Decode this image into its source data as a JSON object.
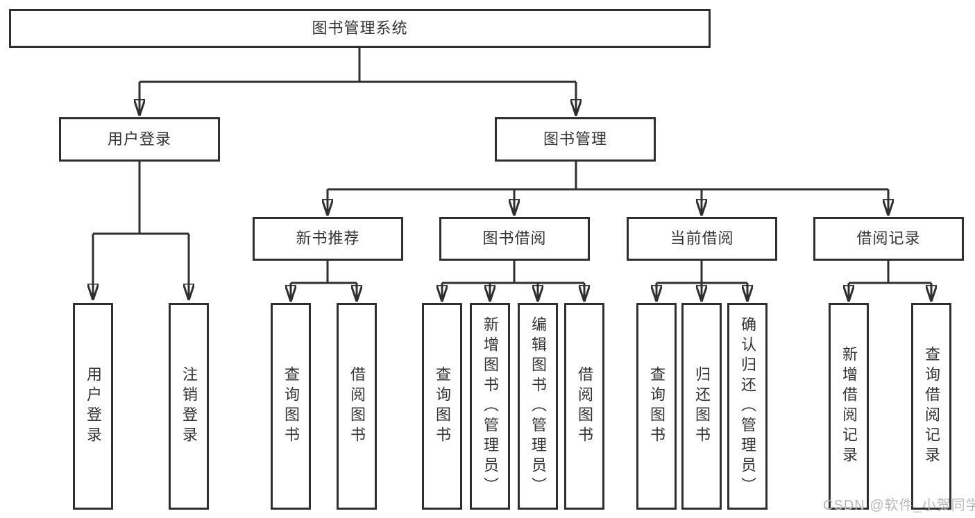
{
  "diagram": {
    "root": {
      "label": "图书管理系统"
    },
    "branches": [
      {
        "label": "用户登录",
        "children": [
          {
            "label": "用户登录"
          },
          {
            "label": "注销登录"
          }
        ]
      },
      {
        "label": "图书管理",
        "children": [
          {
            "label": "新书推荐",
            "children": [
              {
                "label": "查询图书"
              },
              {
                "label": "借阅图书"
              }
            ]
          },
          {
            "label": "图书借阅",
            "children": [
              {
                "label": "查询图书"
              },
              {
                "label": "新增图书（管理员）"
              },
              {
                "label": "编辑图书（管理员）"
              },
              {
                "label": "借阅图书"
              }
            ]
          },
          {
            "label": "当前借阅",
            "children": [
              {
                "label": "查询图书"
              },
              {
                "label": "归还图书"
              },
              {
                "label": "确认归还（管理员）"
              }
            ]
          },
          {
            "label": "借阅记录",
            "children": [
              {
                "label": "新增借阅记录"
              },
              {
                "label": "查询借阅记录"
              }
            ]
          }
        ]
      }
    ]
  },
  "watermark": {
    "text": "CSDN @软件_小贺同学"
  },
  "colors": {
    "line": "#2f2f2f",
    "box_border": "#2f2f2f",
    "text": "#333333",
    "box_background": "#ffffff",
    "page_background": "#ffffff",
    "watermark": "#b9b9b9"
  }
}
